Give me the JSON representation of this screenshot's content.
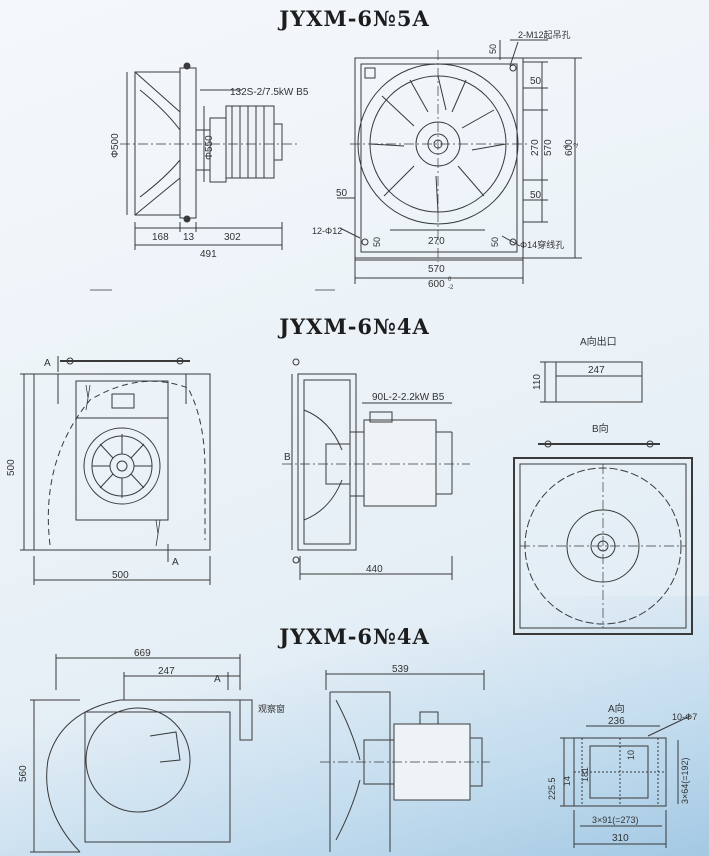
{
  "headings": [
    "JYXM-6№5A",
    "JYXM-6№4A",
    "JYXM-6№4A"
  ],
  "s1": {
    "motor": "132S-2/7.5kW B5",
    "d500": "Φ500",
    "d550": "Φ550",
    "w168": "168",
    "w13": "13",
    "w302": "302",
    "w491": "491",
    "bolt": "2-M12起吊孔",
    "d50": "50",
    "d270": "270",
    "d570": "570",
    "d600": "600",
    "tol": "0",
    "tol2": "-2",
    "holes12": "12-Φ12",
    "holes14": "Φ14穿线孔"
  },
  "s2": {
    "A": "A",
    "B": "B",
    "h500": "500",
    "w500": "500",
    "motor": "90L-2-2.2kW B5",
    "w440": "440",
    "outlet": "A向出口",
    "h110": "110",
    "w247": "247",
    "bview": "B向"
  },
  "s3": {
    "w669": "669",
    "w247": "247",
    "A": "A",
    "window": "观察窗",
    "h560": "560",
    "w539": "539",
    "aview": "A向",
    "w236": "236",
    "holes": "10-Φ7",
    "h225": "225.5",
    "h181": "181",
    "h10": "10",
    "h14": "14",
    "pitch3": "3×91(=273)",
    "pitch3v": "3×64(=192)",
    "w310": "310"
  }
}
